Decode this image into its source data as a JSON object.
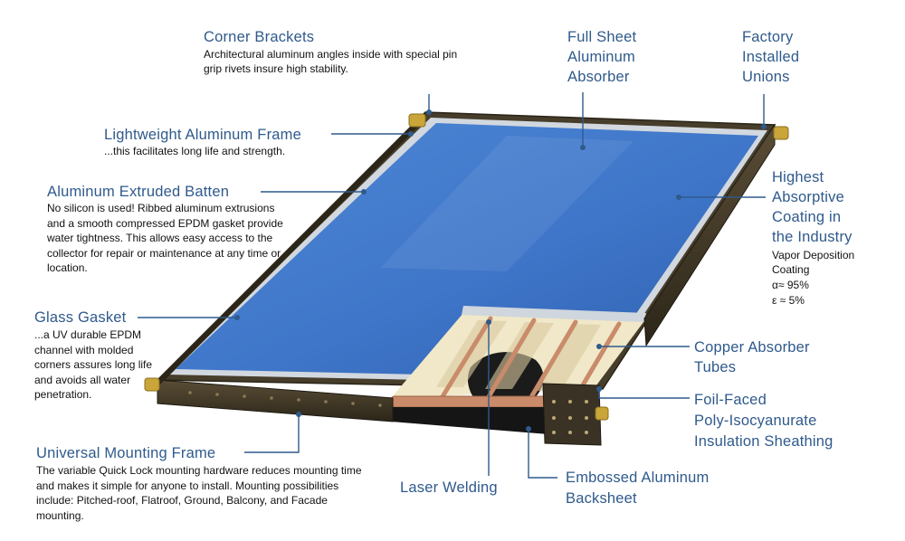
{
  "callouts": {
    "corner_brackets": {
      "title": "Corner Brackets",
      "desc_1": "Architectural aluminum angles inside with special pin",
      "desc_2": "grip rivets insure high stability."
    },
    "frame": {
      "title": "Lightweight Aluminum Frame",
      "desc": "...this facilitates long life and strength."
    },
    "batten": {
      "title": "Aluminum Extruded Batten",
      "desc": "No silicon is used! Ribbed aluminum extrusions and a smooth compressed EPDM gasket provide water tightness. This allows easy access to the collector for repair or maintenance at any time or location."
    },
    "glass_gasket": {
      "title": "Glass Gasket",
      "desc": "...a UV durable EPDM channel with molded corners assures long life and avoids all water penetration."
    },
    "mounting_frame": {
      "title": "Universal Mounting Frame",
      "desc": "The variable Quick Lock mounting hardware reduces mounting time and makes it simple for anyone to install. Mounting possibilities include: Pitched-roof, Flatroof, Ground, Balcony, and Facade mounting."
    },
    "absorber": {
      "title_1": "Full Sheet",
      "title_2": "Aluminum",
      "title_3": "Absorber"
    },
    "unions": {
      "title_1": "Factory",
      "title_2": "Installed",
      "title_3": "Unions"
    },
    "coating": {
      "title_1": "Highest",
      "title_2": "Absorptive",
      "title_3": "Coating in",
      "title_4": "the Industry",
      "desc_1": "Vapor Deposition",
      "desc_2": "Coating",
      "desc_3": "α≈ 95%",
      "desc_4": "ε ≈ 5%"
    },
    "copper_tubes": {
      "title_1": "Copper Absorber",
      "title_2": "Tubes"
    },
    "foil_faced": {
      "title_1": "Foil-Faced",
      "title_2": "Poly-Isocyanurate",
      "title_3": "Insulation Sheathing"
    },
    "laser_welding": {
      "title": "Laser Welding"
    },
    "backsheet": {
      "title_1": "Embossed Aluminum",
      "title_2": "Backsheet"
    }
  },
  "colors": {
    "callout_blue": "#2f5a8c",
    "glass_blue": "#3f76c9",
    "frame_dark": "#3a3224",
    "brass": "#c9a53a",
    "copper": "#c98b6a",
    "insulation": "#f0e8c8"
  },
  "icons": {
    "leader_dot": "dot",
    "union_fitting": "brass-fitting"
  }
}
